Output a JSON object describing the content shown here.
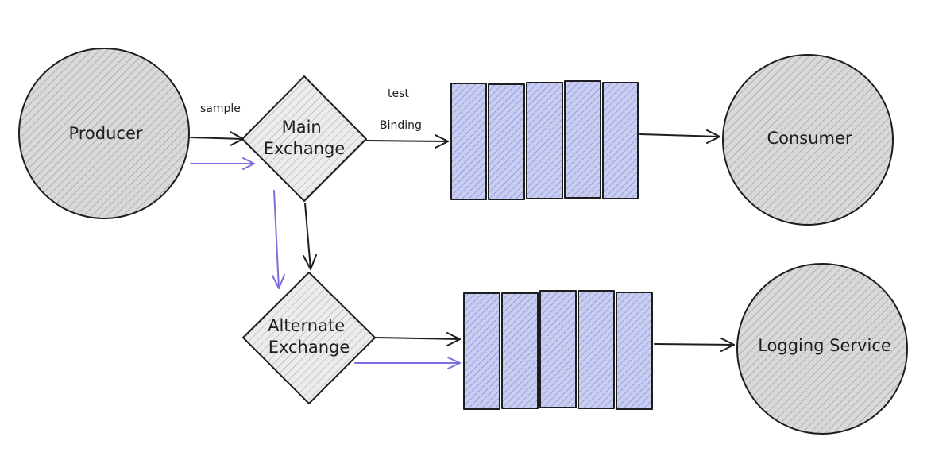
{
  "nodes": {
    "producer": {
      "label": "Producer"
    },
    "main_exchange": {
      "label_lines": [
        "Main",
        "Exchange"
      ]
    },
    "alternate_exchange": {
      "label_lines": [
        "Alternate",
        "Exchange"
      ]
    },
    "consumer": {
      "label": "Consumer"
    },
    "logging_service": {
      "label": "Logging Service"
    }
  },
  "edge_labels": {
    "sample": "sample",
    "test": "test",
    "binding": "Binding"
  },
  "colors": {
    "stroke": "#1e1e1e",
    "circle_fill": "#d9d9d9",
    "circle_hatch": "#9a9a9a",
    "diamond_fill": "#ececec",
    "queue_fill": "#c9cdf0",
    "queue_hatch": "#7c84d6",
    "accent_arrow": "#7b6fe0"
  }
}
